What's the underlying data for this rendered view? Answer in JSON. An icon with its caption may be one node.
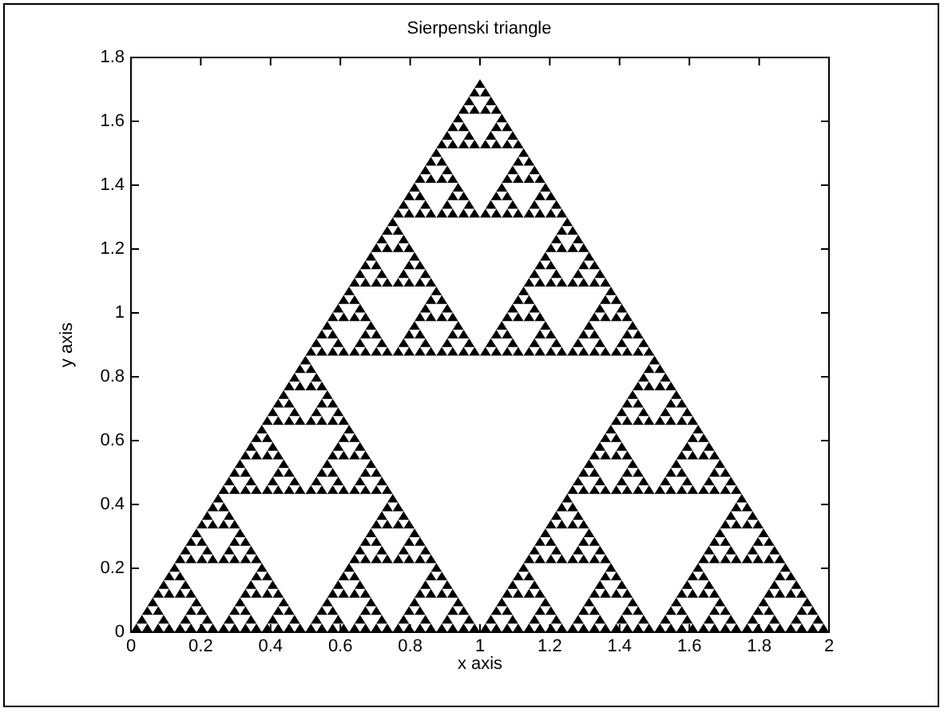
{
  "diagram": {
    "title": "Sierpenski triangle",
    "labels": [
      "1.8",
      "1.6",
      "1.4",
      "1.2",
      "1",
      "0.8",
      "0.6",
      "0.4",
      "0.2",
      "0",
      "y axis",
      "0",
      "0.2",
      "0.4",
      "0.6",
      "0.8",
      "1",
      "1.2",
      "1.4",
      "1.6",
      "1.8",
      "2",
      "x axis"
    ]
  }
}
